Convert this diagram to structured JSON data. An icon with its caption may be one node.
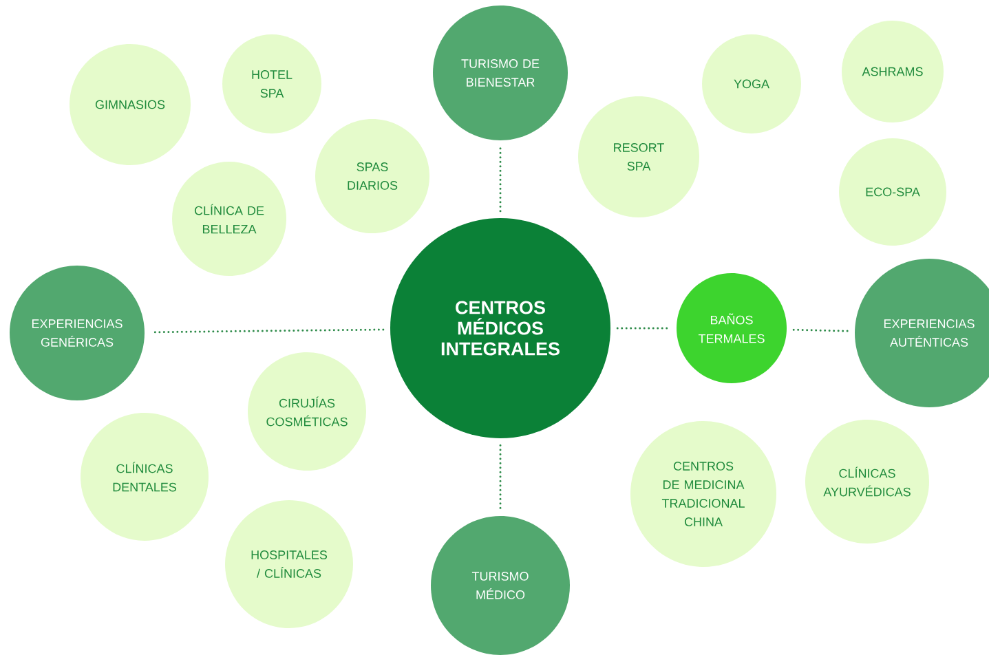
{
  "diagram": {
    "nodes": [
      {
        "text": [
          "CENTROS MÉDICOS INTEGRALES"
        ]
      },
      {
        "text": [
          "TURISMO DE BIENESTAR"
        ]
      },
      {
        "text": [
          "EXPERIENCIAS GENÉRICAS"
        ]
      },
      {
        "text": [
          "BAÑOS TERMALES"
        ]
      },
      {
        "text": [
          "EXPERIENCIAS AUTÉNTICAS"
        ]
      },
      {
        "text": [
          "TURISMO MÉDICO"
        ]
      },
      {
        "text": [
          "GIMNASIOS"
        ]
      },
      {
        "text": [
          "HOTEL SPA"
        ]
      },
      {
        "text": [
          "SPAS DIARIOS"
        ]
      },
      {
        "text": [
          "CLÍNICA DE BELLEZA"
        ]
      },
      {
        "text": [
          "YOGA"
        ]
      },
      {
        "text": [
          "ASHRAMS"
        ]
      },
      {
        "text": [
          "RESORT SPA"
        ]
      },
      {
        "text": [
          "ECO-SPA"
        ]
      },
      {
        "text": [
          "CIRUJÍAS COSMÉTICAS"
        ]
      },
      {
        "text": [
          "CLÍNICAS DENTALES"
        ]
      },
      {
        "text": [
          "HOSPITALES / CLÍNICAS"
        ]
      },
      {
        "text": [
          "CENTROS DE MEDICINA TRADICIONAL CHINA"
        ]
      },
      {
        "text": [
          "CLÍNICAS AYURVÉDICAS"
        ]
      }
    ],
    "edges": [
      {
        "from": 0,
        "to": 1,
        "arrow": "none"
      },
      {
        "from": 0,
        "to": 2,
        "arrow": "none"
      },
      {
        "from": 0,
        "to": 3,
        "arrow": "none"
      },
      {
        "from": 3,
        "to": 4,
        "arrow": "none"
      },
      {
        "from": 0,
        "to": 5,
        "arrow": "none"
      }
    ]
  }
}
